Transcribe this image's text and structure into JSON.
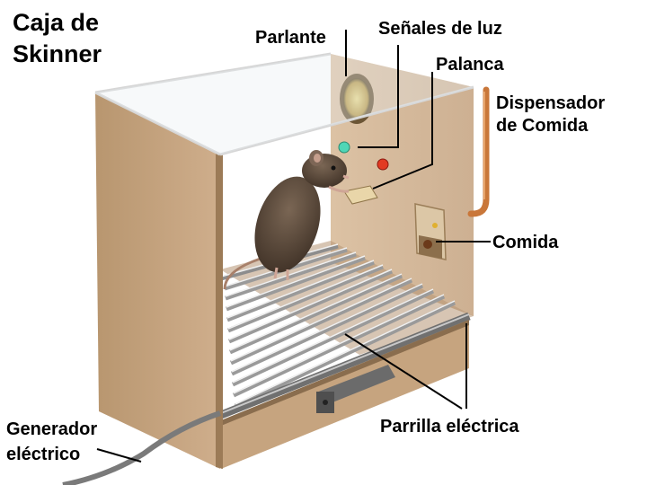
{
  "title_line1": "Caja de",
  "title_line2": "Skinner",
  "labels": {
    "speaker": "Parlante",
    "lights": "Señales de luz",
    "lever": "Palanca",
    "dispenser_line1": "Dispensador",
    "dispenser_line2": "de Comida",
    "food": "Comida",
    "grid": "Parrilla eléctrica",
    "generator_line1": "Generador",
    "generator_line2": "eléctrico"
  },
  "colors": {
    "box": "#c8a886",
    "box_dark": "#a8875f",
    "back_wall": "#d8bd9e",
    "grid_bar": "#bdbdbd",
    "tube": "#c9773a",
    "light_green": "#4fd6b6",
    "light_red": "#e23a22",
    "rat": "#5b4a3c"
  }
}
